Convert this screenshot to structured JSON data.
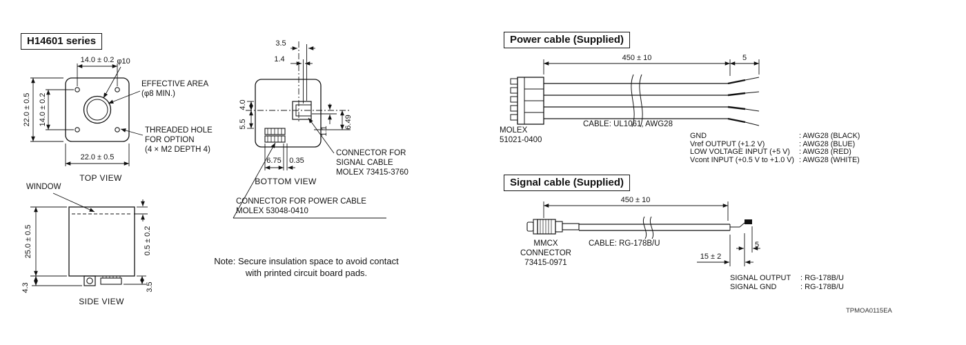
{
  "doc_code": "TPMOA0115EA",
  "series": {
    "title": "H14601 series"
  },
  "top_view": {
    "label": "TOP VIEW",
    "dim_hole_pitch_h": "14.0 ± 0.2",
    "dim_phi10": "φ10",
    "effective_area": "EFFECTIVE AREA\n(φ8 MIN.)",
    "dim_body_v": "22.0 ± 0.5",
    "dim_hole_pitch_v": "14.0 ± 0.2",
    "threaded_hole": "THREADED HOLE\nFOR OPTION\n(4 × M2 DEPTH 4)",
    "dim_body_h": "22.0 ± 0.5"
  },
  "bottom_view": {
    "label": "BOTTOM VIEW",
    "dim_3_5": "3.5",
    "dim_1_4": "1.4",
    "dim_4_0": "4.0",
    "dim_5_5": "5.5",
    "dim_1_1": "1.1",
    "dim_6_49": "6.49",
    "dim_6_75": "6.75",
    "dim_0_35": "0.35",
    "signal_connector": "CONNECTOR FOR\nSIGNAL CABLE\nMOLEX 73415-3760",
    "power_connector": "CONNECTOR FOR POWER CABLE\nMOLEX 53048-0410"
  },
  "side_view": {
    "label": "SIDE VIEW",
    "window": "WINDOW",
    "dim_height": "25.0 ± 0.5",
    "dim_window": "0.5 ± 0.2",
    "dim_4_3": "4.3",
    "dim_3_5": "3.5"
  },
  "note": "Note: Secure insulation space to avoid contact\nwith printed circuit board pads.",
  "power_cable": {
    "title": "Power cable (Supplied)",
    "dim_length": "450 ± 10",
    "dim_tip": "5",
    "connector": "MOLEX\n51021-0400",
    "cable_spec": "CABLE: UL1061, AWG28",
    "wires": [
      {
        "name": "GND",
        "spec": ": AWG28 (BLACK)"
      },
      {
        "name": "Vref OUTPUT (+1.2 V)",
        "spec": ": AWG28 (BLUE)"
      },
      {
        "name": "LOW VOLTAGE INPUT (+5 V)",
        "spec": ": AWG28 (RED)"
      },
      {
        "name": "Vcont INPUT (+0.5 V to +1.0 V)",
        "spec": ": AWG28 (WHITE)"
      }
    ]
  },
  "signal_cable": {
    "title": "Signal cable (Supplied)",
    "dim_length": "450 ± 10",
    "dim_tip": "5",
    "dim_strip": "15 ± 2",
    "connector": "MMCX\nCONNECTOR\n73415-0971",
    "cable_spec": "CABLE: RG-178B/U",
    "outputs": [
      {
        "name": "SIGNAL OUTPUT",
        "spec": ": RG-178B/U"
      },
      {
        "name": "SIGNAL GND",
        "spec": ": RG-178B/U"
      }
    ]
  },
  "colors": {
    "ink": "#111111"
  }
}
